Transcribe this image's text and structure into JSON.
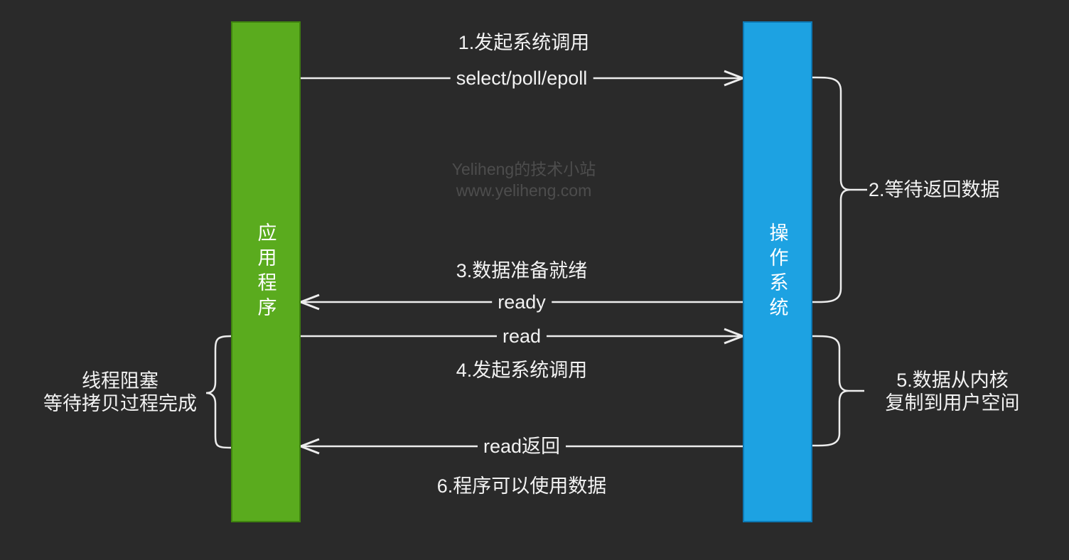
{
  "canvas": {
    "background": "#2a2a2a"
  },
  "colors": {
    "app_fill": "#5aab1e",
    "app_border": "#3f830f",
    "os_fill": "#1da2e2",
    "os_border": "#0d79b5",
    "line": "#ededed",
    "text": "#f2f2f2",
    "watermark": "#4d4d4d"
  },
  "nodes": {
    "app": {
      "label": "应用程序"
    },
    "os": {
      "label": "操作系统"
    }
  },
  "steps": {
    "step1": "1.发起系统调用",
    "arrow1": "select/poll/epoll",
    "step2": "2.等待返回数据",
    "step3": "3.数据准备就绪",
    "arrow2": "ready",
    "arrow3": "read",
    "step4": "4.发起系统调用",
    "step5_line1": "5.数据从内核",
    "step5_line2": "复制到用户空间",
    "arrow4": "read返回",
    "step6": "6.程序可以使用数据",
    "left_note_line1": "线程阻塞",
    "left_note_line2": "等待拷贝过程完成"
  },
  "watermark": {
    "line1": "Yeliheng的技术小站",
    "line2": "www.yeliheng.com"
  },
  "icons": {
    "arrow_right": "arrowhead pointing right",
    "arrow_left": "arrowhead pointing left",
    "brace_right": "curly brace opening right",
    "brace_left": "curly brace opening left"
  }
}
